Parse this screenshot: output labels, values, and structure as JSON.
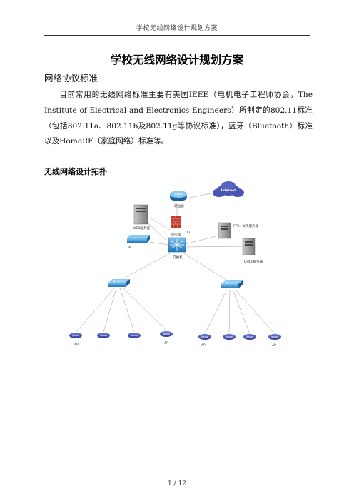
{
  "header": {
    "text": "学校无线网络设计规划方案"
  },
  "title": "学校无线网络设计规划方案",
  "section_heading": "网络协议标准",
  "paragraph": "目前常用的无线网络标准主要有美国IEEE（电机电子工程师协会，The Institute of Electrical and Electronics Engineers）所制定的802.11标准（包括802.11a、802.11b及802.11g等协议标准），蓝牙（Bluetooth）标准以及HomeRF（家庭网络）标准等。",
  "subheading": "无线网络设计拓扑",
  "diagram": {
    "internet": "Internet",
    "router": "路由器",
    "firewall": "防火墙",
    "firewall_port": "E1",
    "web_server": "WEB服务器",
    "ac": "AC",
    "core_switch": "交换机",
    "ftp_server": "FTP、文件服务器",
    "dhcp_server": "DHCP服务器",
    "ap_labels": [
      "AP",
      "AP",
      "AP",
      "AP"
    ]
  },
  "footer": {
    "page": "1 / 12"
  }
}
